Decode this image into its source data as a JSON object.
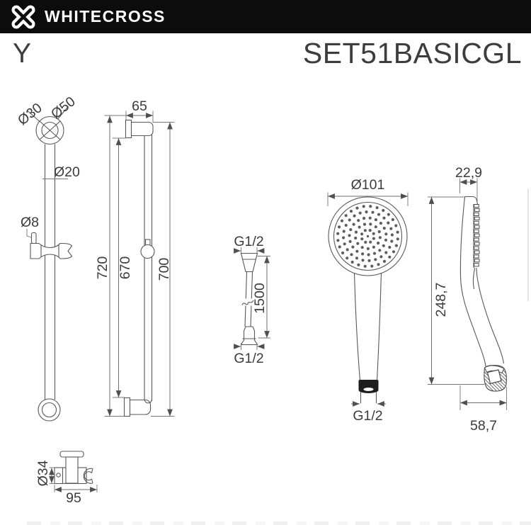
{
  "header": {
    "brand": "WHITECROSS",
    "logo": "x-cross-icon"
  },
  "product": {
    "series": "Y",
    "code": "SET51BASICGL"
  },
  "drawings": {
    "rail_front": {
      "dim_top_inner": "Ø30",
      "dim_top_outer": "Ø50",
      "dim_bar": "Ø20",
      "dim_pin": "Ø8"
    },
    "rail_side": {
      "dim_mount_depth": "65",
      "dim_total_height": "720",
      "dim_bar_height": "670",
      "dim_rail_height": "700"
    },
    "hose": {
      "dim_top_thread": "G1/2",
      "dim_length": "1500",
      "dim_bottom_thread": "G1/2"
    },
    "handshower_front": {
      "dim_head_diameter": "Ø101",
      "dim_thread": "G1/2"
    },
    "handshower_side": {
      "dim_head_depth": "22,9",
      "dim_length": "248,7",
      "dim_bottom_width": "58,7"
    },
    "bracket": {
      "dim_diameter": "Ø34",
      "dim_width": "95"
    }
  },
  "colors": {
    "header_bg": "#0c0c0c",
    "brand_text": "#ffffff",
    "title_text": "#3d3d3d",
    "line": "#585858",
    "dim_text": "#3b3b3b"
  }
}
